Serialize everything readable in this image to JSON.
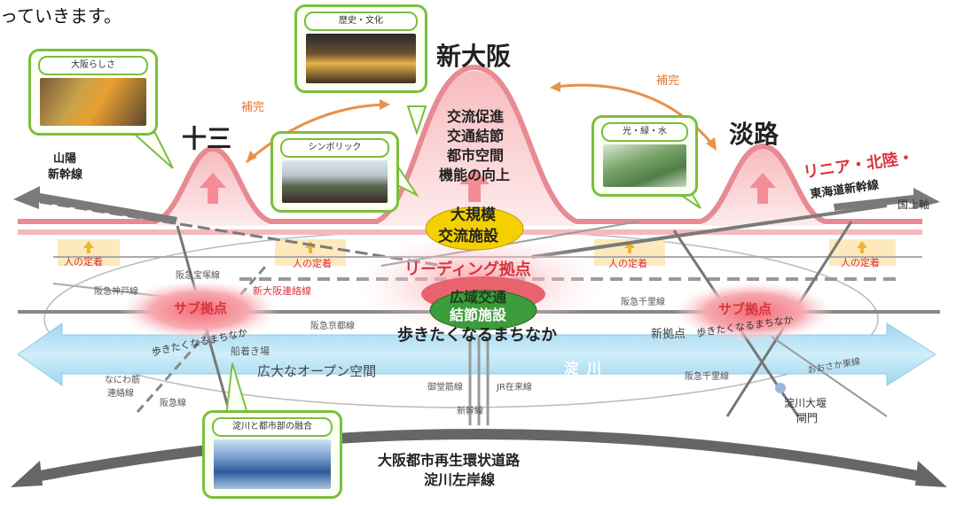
{
  "header_fragment": "っていきます。",
  "peaks": {
    "shin_osaka": "新大阪",
    "juso": "十三",
    "awaji": "淡路"
  },
  "complement_left": "補完",
  "complement_right": "補完",
  "center_functions": [
    "交流促進",
    "交通結節",
    "都市空間",
    "機能の向上"
  ],
  "large_facility": [
    "大規模",
    "交流施設"
  ],
  "leading_hub": "リーディング拠点",
  "transit_node": [
    "広域交通",
    "結節施設"
  ],
  "walkable_center": "歩きたくなるまちなか",
  "sub_hub_left": "サブ拠点",
  "sub_hub_right": "サブ拠点",
  "walkable_left": "歩きたくなるまちなか",
  "walkable_right": "歩きたくなるまちなか",
  "sanyo_line": [
    "山陽",
    "新幹線"
  ],
  "linear_line": "リニア・北陸・",
  "tokaido_line": "東海道新幹線",
  "kokudo_line": "国土軸",
  "settlement_labels": [
    "人の定着",
    "人の定着",
    "人の定着",
    "人の定着"
  ],
  "rail_labels": {
    "hankyu_kyoto_top": "阪急宝塚線",
    "hankyu_kobe": "阪急神戸線",
    "shin_osaka_link": "新大阪連絡線",
    "hankyu_kyoto_line": "阪急京都線",
    "hankyu_senri": "阪急千里線",
    "naniwasuji": "なにわ筋",
    "naniwasuji_2": "連絡線",
    "hankyu_bottom": "阪急線",
    "midosuji": "御堂筋線",
    "jr_sotojo": "JR在来線",
    "shinkansen_bottom": "新幹線",
    "keihan": "阪急千里線",
    "osaka_higashi": "おおさか東線"
  },
  "boat_dock": "船着き場",
  "open_space": "広大なオープン空間",
  "yodogawa": "淀川",
  "new_hub": "新拠点",
  "yodogawa_weir": [
    "淀川大堰",
    "閘門"
  ],
  "ring_road": [
    "大阪都市再生環状道路",
    "淀川左岸線"
  ],
  "cards": {
    "osaka_rashisa": "大阪らしさ",
    "history_culture": "歴史・文化",
    "symbolic": "シンボリック",
    "light_green_water": "光・緑・水",
    "river_fusion": "淀川と都市部の融合"
  },
  "colors": {
    "pink": "#f2a3a8",
    "red": "#d9353d",
    "river": "#bfe4f5",
    "green_frame": "#7bbf3c",
    "gray": "#7a7a7a"
  }
}
